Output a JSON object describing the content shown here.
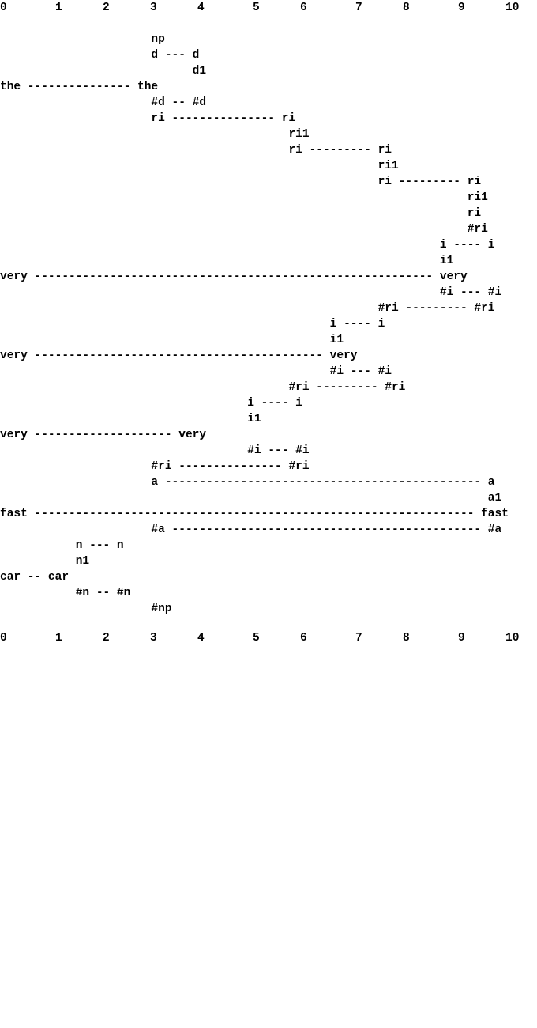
{
  "axis": {
    "top_labels": [
      "0",
      "1",
      "2",
      "3",
      "4",
      "5",
      "6",
      "7",
      "8",
      "9",
      "10"
    ],
    "bottom_labels": [
      "0",
      "1",
      "2",
      "3",
      "4",
      "5",
      "6",
      "7",
      "8",
      "9",
      "10"
    ]
  },
  "rows": [
    "                      np",
    "                      d --- d",
    "                            d1",
    "the --------------- the",
    "                      #d -- #d",
    "                      ri --------------- ri",
    "                                          ri1",
    "                                          ri --------- ri",
    "                                                       ri1",
    "                                                       ri --------- ri",
    "                                                                    ri1",
    "                                                                    ri",
    "                                                                    #ri",
    "                                                                i ---- i",
    "                                                                i1",
    "very ---------------------------------------------------------- very",
    "                                                                #i --- #i",
    "                                                       #ri --------- #ri",
    "                                                i ---- i",
    "                                                i1",
    "very ------------------------------------------ very",
    "                                                #i --- #i",
    "                                          #ri --------- #ri",
    "                                    i ---- i",
    "                                    i1",
    "very -------------------- very",
    "                                    #i --- #i",
    "                      #ri --------------- #ri",
    "                      a ---------------------------------------------- a",
    "                                                                       a1",
    "fast ---------------------------------------------------------------- fast",
    "                      #a --------------------------------------------- #a",
    "           n --- n",
    "           n1",
    "car -- car",
    "           #n -- #n",
    "                      #np"
  ]
}
